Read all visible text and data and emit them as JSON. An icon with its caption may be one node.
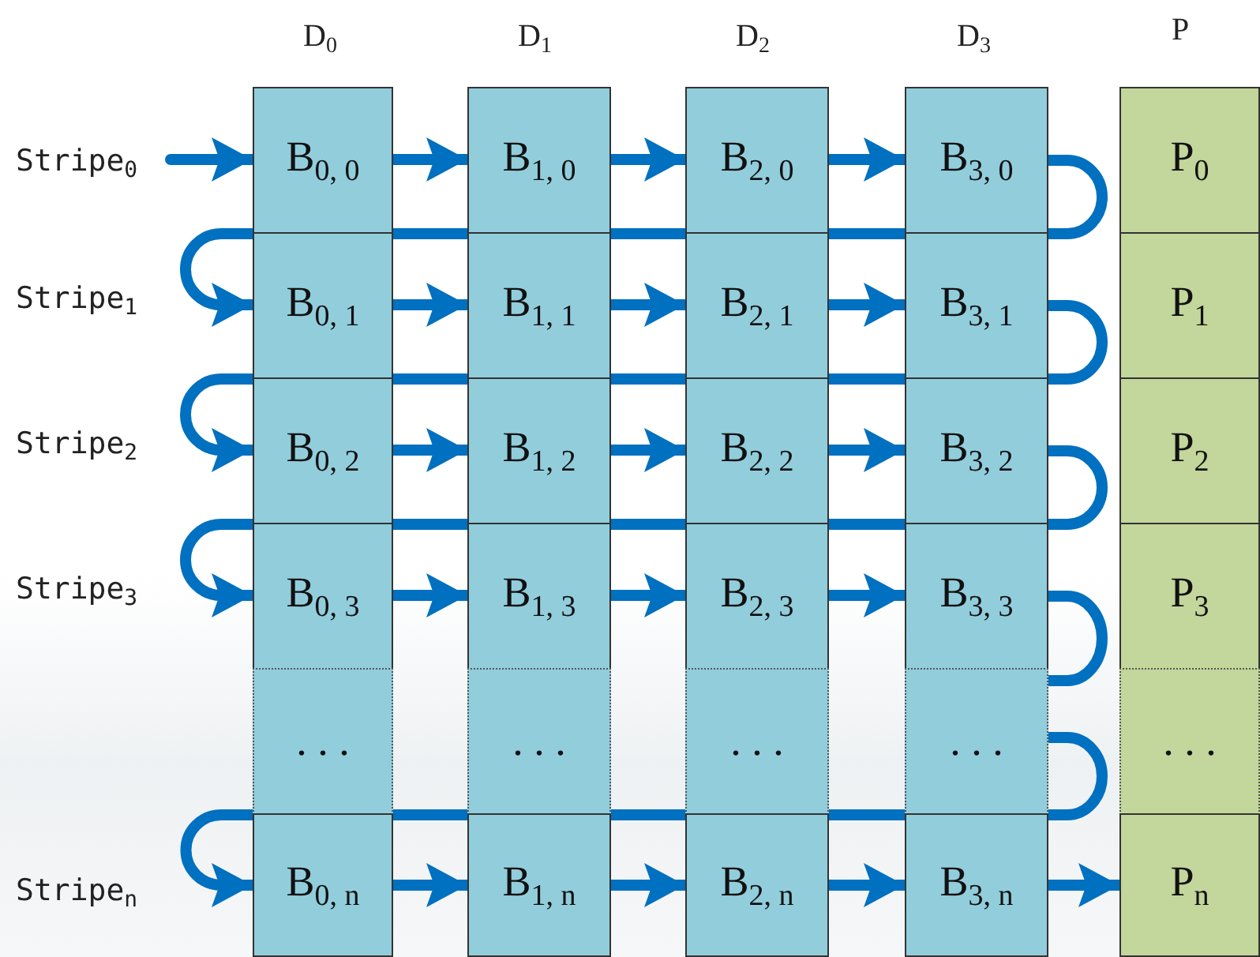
{
  "diagram": {
    "nodes": [
      {
        "text": [
          "Stripe$_{0}$"
        ]
      },
      {
        "text": [
          "B$_{0, 0}$"
        ]
      },
      {
        "text": [
          "B$_{1, 0}$"
        ]
      },
      {
        "text": [
          "B$_{2, 0}$"
        ]
      },
      {
        "text": [
          "B$_{3, 0}$"
        ]
      },
      {
        "text": [
          "P$_{0}$"
        ]
      },
      {
        "text": [
          "B$_{0, 1}$"
        ]
      },
      {
        "text": [
          "B$_{1, 1}$"
        ]
      },
      {
        "text": [
          "B$_{2, 1}$"
        ]
      },
      {
        "text": [
          "B$_{3, 1}$"
        ]
      },
      {
        "text": [
          "P$_{1}$"
        ]
      },
      {
        "text": [
          "B$_{0, 2}$"
        ]
      },
      {
        "text": [
          "B$_{1, 2}$"
        ]
      },
      {
        "text": [
          "B$_{2, 2}$"
        ]
      },
      {
        "text": [
          "B$_{3, 2}$"
        ]
      },
      {
        "text": [
          "P$_{2}$"
        ]
      },
      {
        "text": [
          "B$_{0, 3}$"
        ]
      },
      {
        "text": [
          "B$_{1, 3}$"
        ]
      },
      {
        "text": [
          "B$_{2, 3}$"
        ]
      },
      {
        "text": [
          "B$_{3, 3}$"
        ]
      },
      {
        "text": [
          "P$_{3}$"
        ]
      },
      {
        "text": [
          ". . ."
        ]
      },
      {
        "text": [
          ". . ."
        ]
      },
      {
        "text": [
          ". . ."
        ]
      },
      {
        "text": [
          ". . ."
        ]
      },
      {
        "text": [
          ". . ."
        ]
      },
      {
        "text": [
          "B$_{0, n}$"
        ]
      },
      {
        "text": [
          "B$_{1, n}$"
        ]
      },
      {
        "text": [
          "B$_{2, n}$"
        ]
      },
      {
        "text": [
          "B$_{3, n}$"
        ]
      },
      {
        "text": [
          "P$_{n}$"
        ]
      }
    ],
    "edges": [
      {
        "from": 0,
        "to": 1,
        "arrow": "to"
      },
      {
        "from": 1,
        "to": 2,
        "arrow": "to"
      },
      {
        "from": 2,
        "to": 3,
        "arrow": "to"
      },
      {
        "from": 3,
        "to": 4,
        "arrow": "to"
      },
      {
        "from": 4,
        "to": 6,
        "arrow": "to"
      },
      {
        "from": 6,
        "to": 7,
        "arrow": "to"
      },
      {
        "from": 7,
        "to": 8,
        "arrow": "to"
      },
      {
        "from": 8,
        "to": 9,
        "arrow": "to"
      },
      {
        "from": 9,
        "to": 11,
        "arrow": "to"
      },
      {
        "from": 11,
        "to": 12,
        "arrow": "to"
      },
      {
        "from": 12,
        "to": 13,
        "arrow": "to"
      },
      {
        "from": 13,
        "to": 14,
        "arrow": "to"
      },
      {
        "from": 14,
        "to": 16,
        "arrow": "to"
      },
      {
        "from": 16,
        "to": 17,
        "arrow": "to"
      },
      {
        "from": 17,
        "to": 18,
        "arrow": "to"
      },
      {
        "from": 18,
        "to": 19,
        "arrow": "to"
      },
      {
        "from": 19,
        "to": 24,
        "arrow": "none"
      },
      {
        "from": 24,
        "to": 26,
        "arrow": "to"
      },
      {
        "from": 26,
        "to": 27,
        "arrow": "to"
      },
      {
        "from": 27,
        "to": 28,
        "arrow": "to"
      },
      {
        "from": 28,
        "to": 29,
        "arrow": "to"
      },
      {
        "from": 29,
        "to": 30,
        "arrow": "to"
      }
    ],
    "labels": [
      "D$_{0}$",
      "D$_{1}$",
      "D$_{2}$",
      "D$_{3}$",
      "P",
      "Stripe$_{1}$",
      "Stripe$_{2}$",
      "Stripe$_{3}$",
      "Stripe$_{n}$"
    ]
  }
}
